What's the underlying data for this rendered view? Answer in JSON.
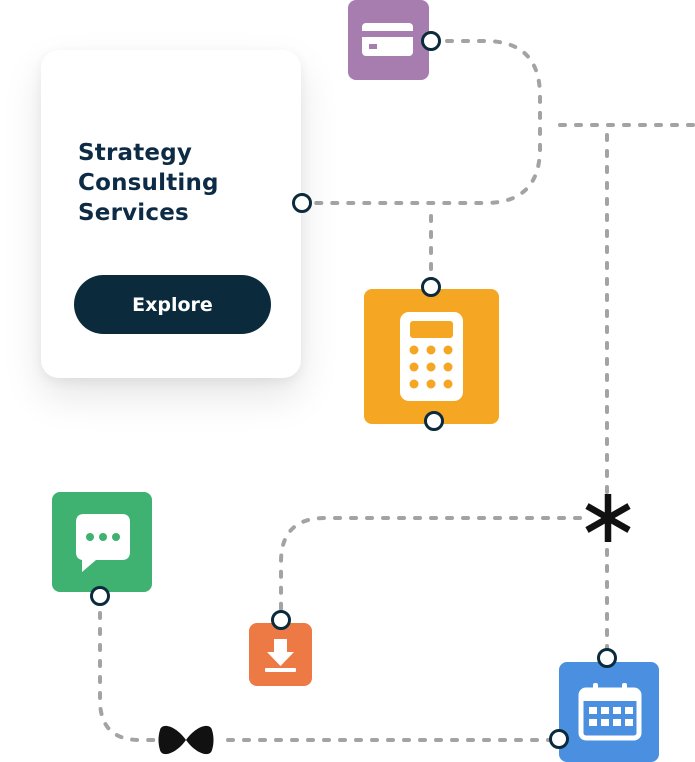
{
  "card": {
    "title_lines": [
      "Strategy",
      "Consulting",
      "Services"
    ],
    "button_label": "Explore"
  },
  "colors": {
    "card_title": "#0d2b45",
    "button_bg": "#0b2b3c",
    "connector": "#a3a3a3",
    "node_stroke": "#0b2b3c",
    "payment_tile": "#a77db0",
    "calculator_tile": "#f5a623",
    "chat_tile": "#3fb170",
    "download_tile": "#ed7a45",
    "calendar_tile": "#4a8fe0"
  },
  "icons": {
    "payment": "credit-card-icon",
    "calculator": "calculator-icon",
    "chat": "chat-bubble-icon",
    "download": "download-icon",
    "calendar": "calendar-icon",
    "asterisk": "asterisk-icon",
    "bowtie": "bowtie-icon"
  }
}
